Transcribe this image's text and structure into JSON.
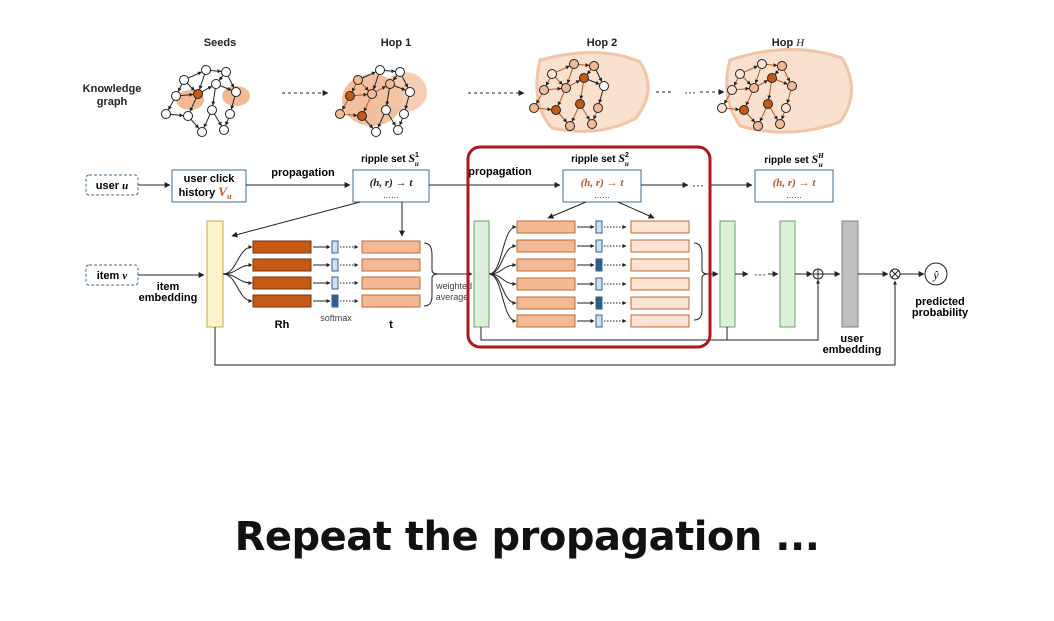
{
  "graph_row": {
    "side_label_line1": "Knowledge",
    "side_label_line2": "graph",
    "panels": [
      {
        "title": "Seeds"
      },
      {
        "title": "Hop 1"
      },
      {
        "title": "Hop 2"
      },
      {
        "title_prefix": "Hop ",
        "title_var": "H"
      }
    ],
    "connector": "··· ··"
  },
  "pipeline": {
    "user_box": {
      "text": "user ",
      "var": "u"
    },
    "click_history": {
      "line1": "user click",
      "line2": "history ",
      "var": "V",
      "sub": "u"
    },
    "propagation_labels": [
      "propagation",
      "propagation"
    ],
    "ripple_sets": [
      {
        "title": "ripple set ",
        "var": "S",
        "sup": "1",
        "sub": "u",
        "formula": "(h, r) → t",
        "dots": "……"
      },
      {
        "title": "ripple set ",
        "var": "S",
        "sup": "2",
        "sub": "u",
        "formula": "(h, r) → t",
        "dots": "……"
      },
      {
        "title": "ripple set ",
        "var": "S",
        "sup": "H",
        "sub": "u",
        "formula": "(h, r) → t",
        "dots": "……"
      }
    ],
    "ellipsis": "···",
    "item_box": {
      "text": "item ",
      "var": "v"
    },
    "item_embedding": {
      "line1": "item",
      "line2": "embedding"
    },
    "weighted_average": {
      "line1": "weighted",
      "line2": "average"
    },
    "softmax": "softmax",
    "rh_label": "Rh",
    "t_label": "t",
    "user_embedding": {
      "line1": "user",
      "line2": "embedding"
    },
    "predicted": {
      "line1": "predicted",
      "line2": "probability",
      "symbol": "ŷ"
    }
  },
  "colors": {
    "dark_orange": "#c65a14",
    "light_orange": "#f3b894",
    "pale_orange": "#fce3d3",
    "yellow": "#fdf3cc",
    "green": "#dcefd8",
    "gray": "#bfbfbf",
    "highlight_red": "#b0161c",
    "ripple_border": "#3f6d8f",
    "accent_text": "#c0561a"
  },
  "slide_title": "Repeat the propagation ..."
}
